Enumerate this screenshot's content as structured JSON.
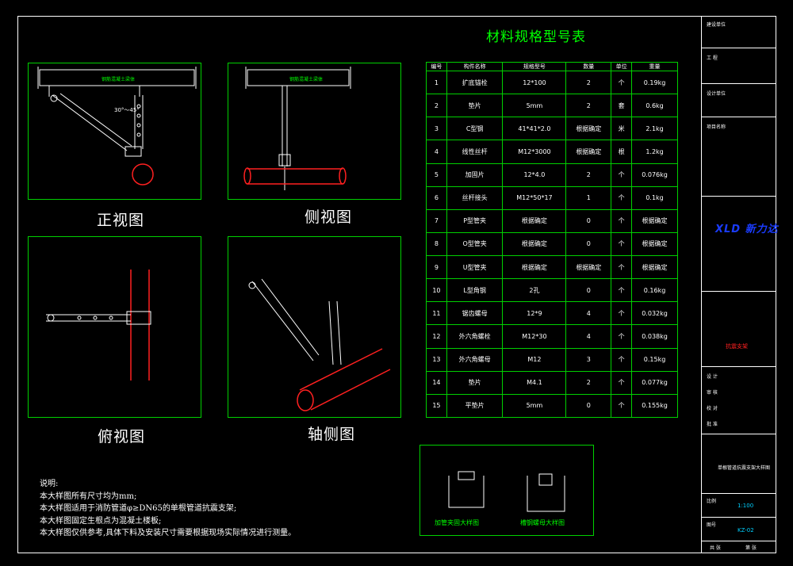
{
  "views": {
    "front": "正视图",
    "side": "侧视图",
    "top": "俯视图",
    "axis": "轴侧图"
  },
  "beam_text": "钢筋混凝土梁体",
  "angle_text": "30°～45°",
  "table": {
    "title": "材料规格型号表",
    "headers": [
      "编号",
      "构件名称",
      "规格型号",
      "数量",
      "单位",
      "重量"
    ],
    "rows": [
      [
        "1",
        "扩底锚栓",
        "12*100",
        "2",
        "个",
        "0.19kg"
      ],
      [
        "2",
        "垫片",
        "5mm",
        "2",
        "套",
        "0.6kg"
      ],
      [
        "3",
        "C型钢",
        "41*41*2.0",
        "根据确定",
        "米",
        "2.1kg"
      ],
      [
        "4",
        "线性丝杆",
        "M12*3000",
        "根据确定",
        "根",
        "1.2kg"
      ],
      [
        "5",
        "加固片",
        "12*4.0",
        "2",
        "个",
        "0.076kg"
      ],
      [
        "6",
        "丝杆接头",
        "M12*50*17",
        "1",
        "个",
        "0.1kg"
      ],
      [
        "7",
        "P型管夹",
        "根据确定",
        "0",
        "个",
        "根据确定"
      ],
      [
        "8",
        "O型管夹",
        "根据确定",
        "0",
        "个",
        "根据确定"
      ],
      [
        "9",
        "U型管夹",
        "根据确定",
        "根据确定",
        "个",
        "根据确定"
      ],
      [
        "10",
        "L型角钢",
        "2孔",
        "0",
        "个",
        "0.16kg"
      ],
      [
        "11",
        "锯齿螺母",
        "12*9",
        "4",
        "个",
        "0.032kg"
      ],
      [
        "12",
        "外六角螺栓",
        "M12*30",
        "4",
        "个",
        "0.038kg"
      ],
      [
        "13",
        "外六角螺母",
        "M12",
        "3",
        "个",
        "0.15kg"
      ],
      [
        "14",
        "垫片",
        "M4.1",
        "2",
        "个",
        "0.077kg"
      ],
      [
        "15",
        "平垫片",
        "5mm",
        "0",
        "个",
        "0.155kg"
      ]
    ]
  },
  "details": {
    "left": "加管夹固大样图",
    "right": "槽钢螺母大样图"
  },
  "notes": {
    "title": "说明:",
    "lines": [
      "本大样图所有尺寸均为mm;",
      "本大样图适用于消防管道φ≥DN65的单根管道抗震支架;",
      "本大样图固定生根点为混凝土楼板;",
      "本大样图仅供参考,具体下料及安装尺寸需要根据现场实际情况进行测量。"
    ]
  },
  "title_block": {
    "logo": "XLD 新力达",
    "stamp": "抗震支架",
    "scale_label": "比例",
    "scale_value": "1:100",
    "sheet_label": "图号",
    "sheet_value": "KZ-02",
    "drawing_name": "单根管道抗震支架大样图",
    "sign_labels": [
      "设 计",
      "审 核",
      "校 对",
      "批 准"
    ],
    "cell_labels": [
      "建设单位",
      "工 程",
      "设计单位",
      "项目名称"
    ],
    "bottom": [
      "共 张",
      "第 张"
    ]
  },
  "colors": {
    "frame": "#ffffff",
    "green": "#00ff00",
    "pipe": "#ff2020",
    "logo": "#1a3cff"
  }
}
